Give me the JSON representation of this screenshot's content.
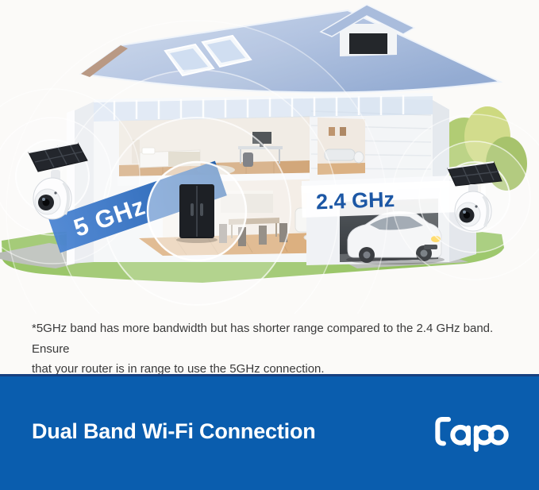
{
  "illustration": {
    "band_5ghz_label": "5 GHz",
    "band_24ghz_label": "2.4 GHz"
  },
  "footnote": {
    "line1": "*5GHz band has more bandwidth but has shorter range compared to the 2.4 GHz band. Ensure",
    "line2": "that your router is in range to use the 5GHz connection."
  },
  "banner": {
    "title": "Dual Band Wi-Fi Connection",
    "brand": "tapo"
  },
  "colors": {
    "banner_blue": "#0a5dae",
    "banner_top_line": "#173f7e",
    "ribbon_blue": "#2e6cbe",
    "label_blue": "#1c57a5",
    "roof_blue": "#a9bedd",
    "lawn_green": "#93c25e",
    "wall_white": "#f4f6f8",
    "wood_floor": "#d5a067"
  }
}
